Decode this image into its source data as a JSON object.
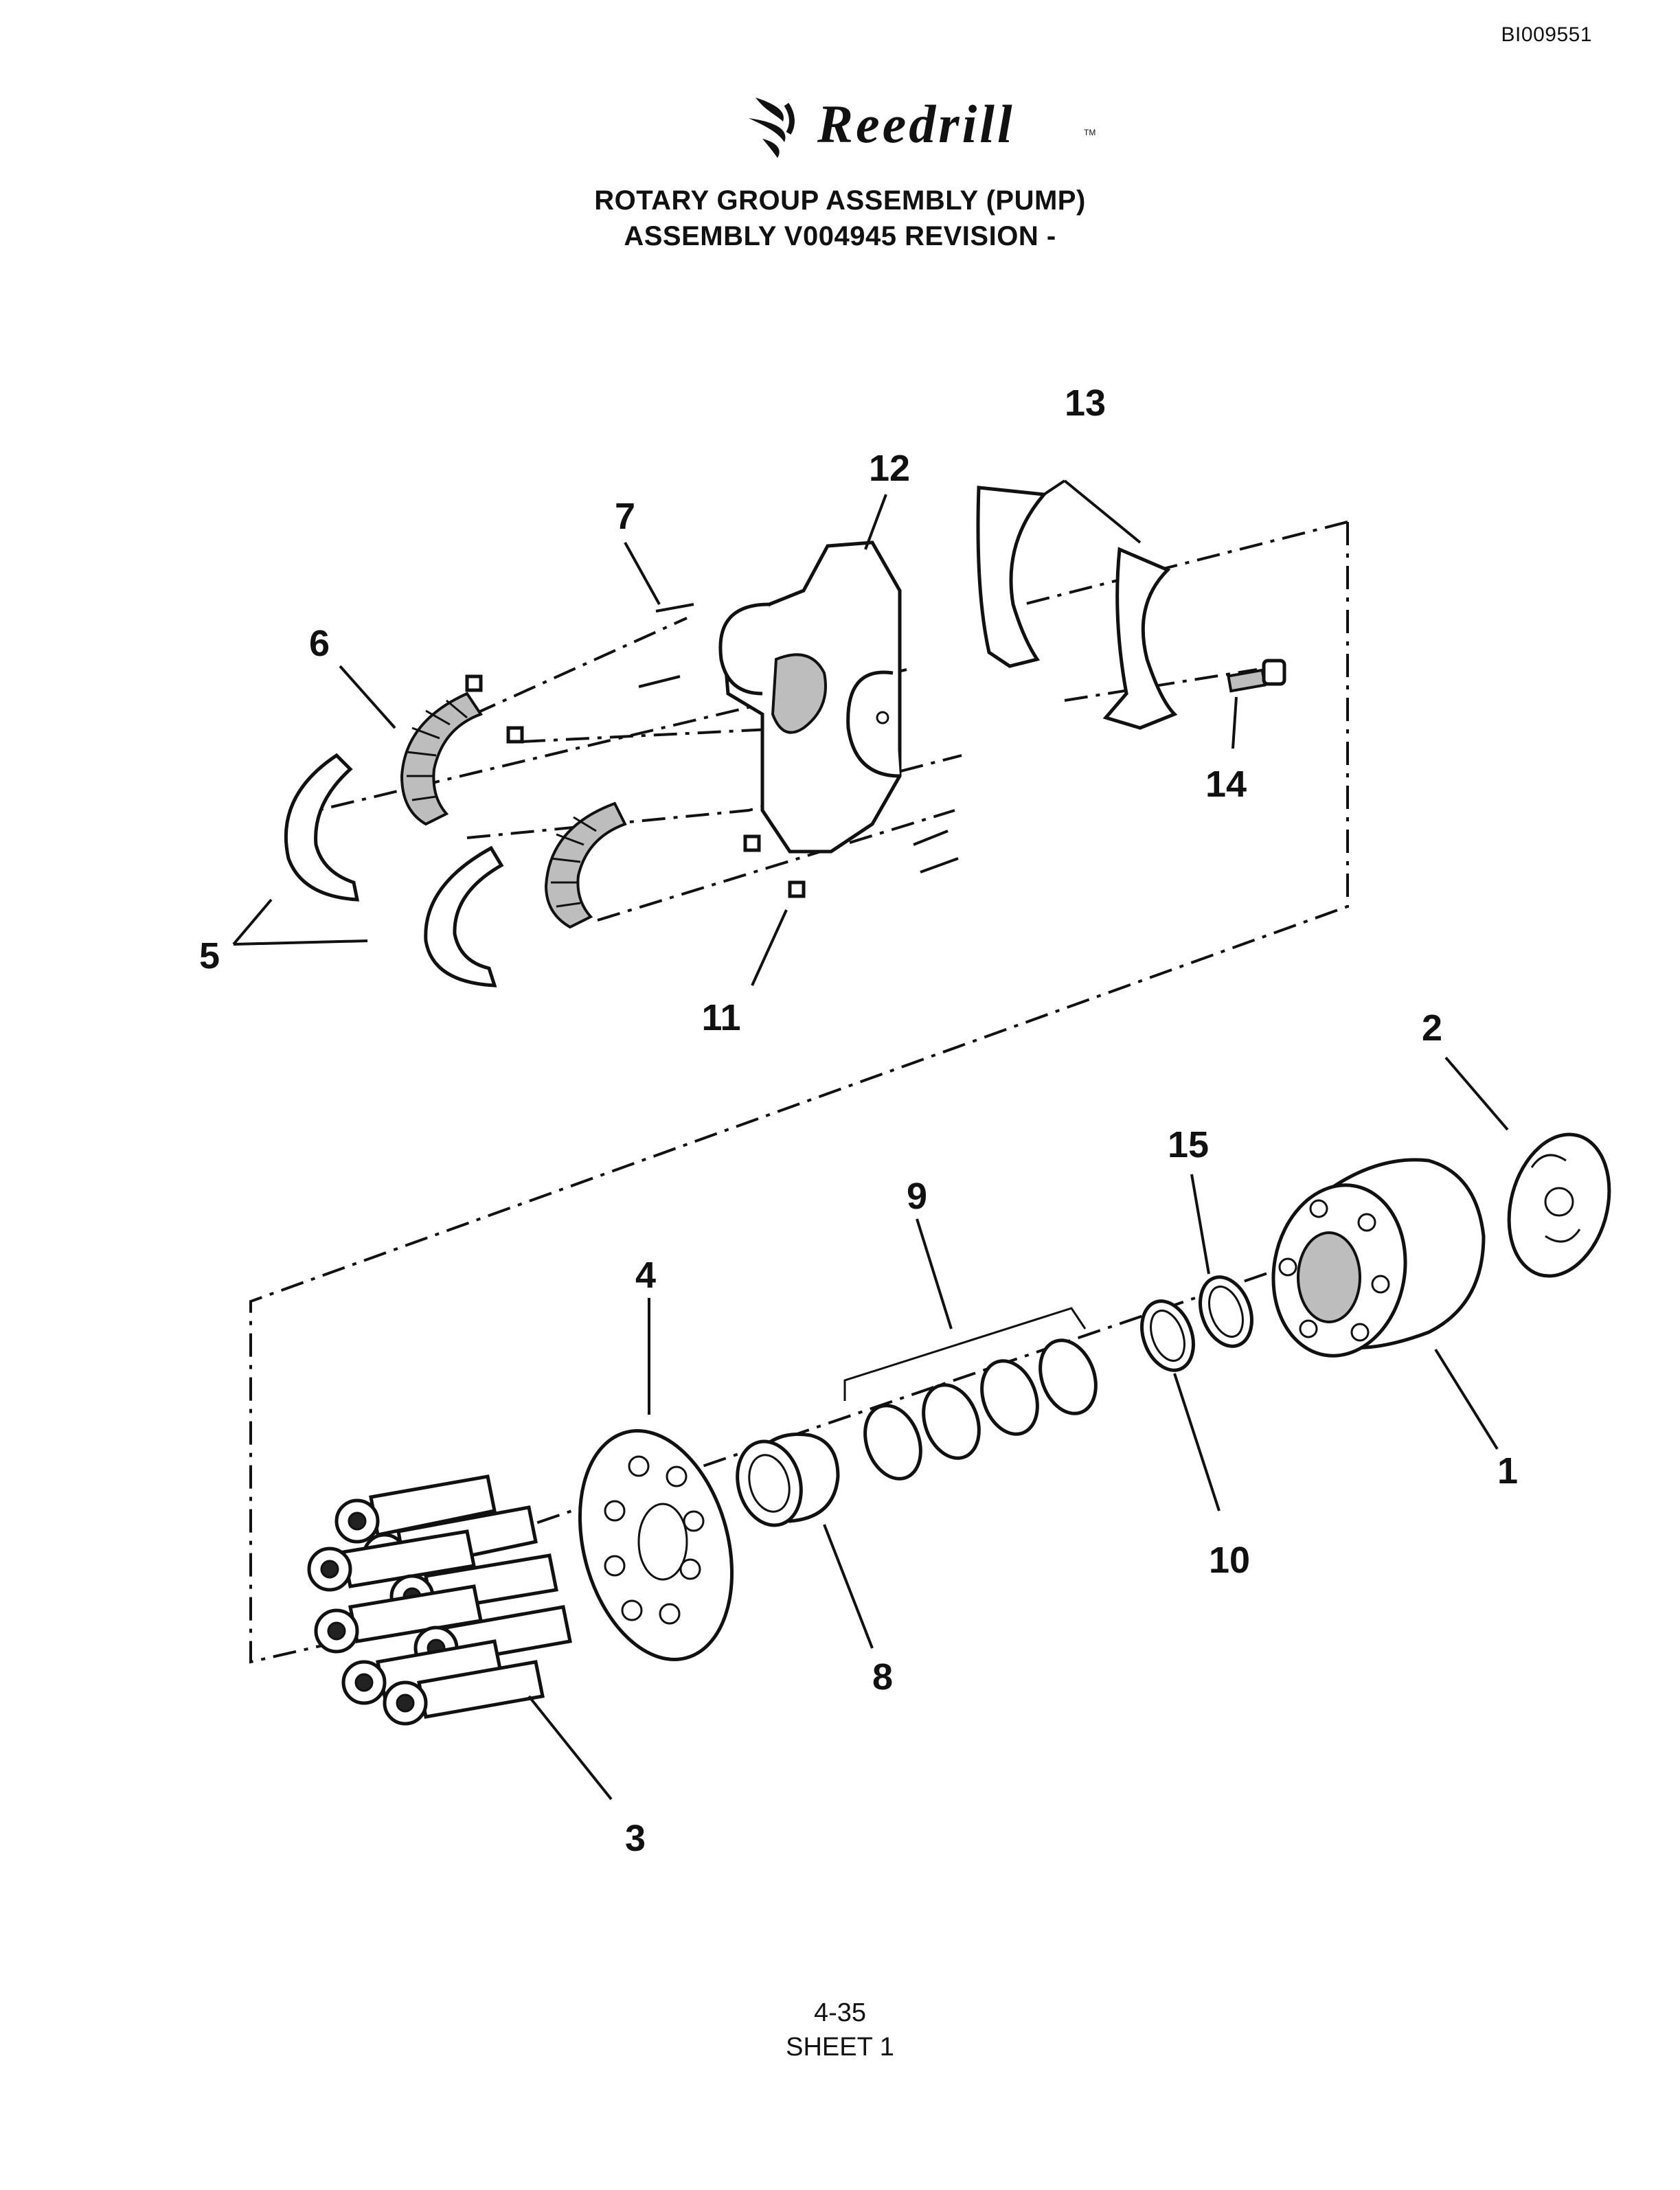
{
  "document": {
    "id": "BI009551",
    "brand": "Reedrill",
    "title_line1": "ROTARY GROUP ASSEMBLY (PUMP)",
    "title_line2": "ASSEMBLY V004945 REVISION -",
    "page": "4-35",
    "sheet": "SHEET 1"
  },
  "callouts": {
    "c1": "1",
    "c2": "2",
    "c3": "3",
    "c4": "4",
    "c5": "5",
    "c6": "6",
    "c7": "7",
    "c8": "8",
    "c9": "9",
    "c10": "10",
    "c11": "11",
    "c12": "12",
    "c13": "13",
    "c14": "14",
    "c15": "15"
  }
}
